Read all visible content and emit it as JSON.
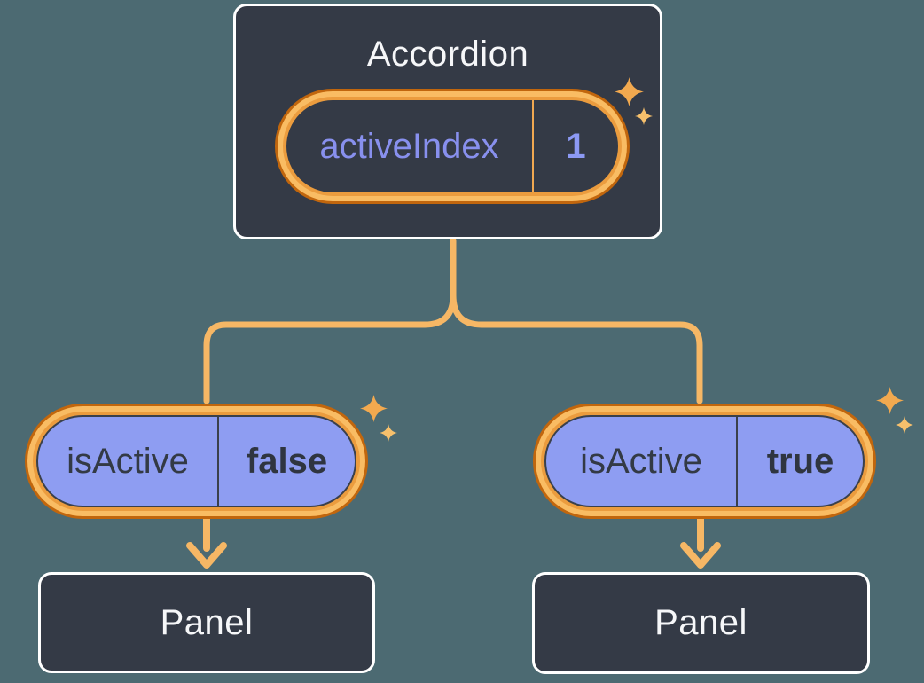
{
  "colors": {
    "background": "#4C6A72",
    "card_bg": "#343A46",
    "card_border": "#FFFFFF",
    "card_text": "#F6F7F9",
    "ring_outer_orange": "#C1660D",
    "ring_band_orange": "#EB9C3E",
    "ring_band_inner_orange": "#F9BC63",
    "pill_purple": "#8E9DF2",
    "pill_outline_dark": "#3A404B",
    "state_key_text": "#8890EE",
    "state_value_text": "#8C99F4",
    "prop_text": "#333A45",
    "connector_orange": "#F6B765",
    "sparkle_orange": "#F5B25C"
  },
  "icons": {
    "sparkle": "four-point-star",
    "arrow": "down-chevron-arrow"
  },
  "accordion": {
    "title": "Accordion",
    "state": {
      "key": "activeIndex",
      "value": "1"
    }
  },
  "children": [
    {
      "prop": {
        "key": "isActive",
        "value": "false"
      },
      "panel": {
        "title": "Panel"
      }
    },
    {
      "prop": {
        "key": "isActive",
        "value": "true"
      },
      "panel": {
        "title": "Panel"
      }
    }
  ]
}
